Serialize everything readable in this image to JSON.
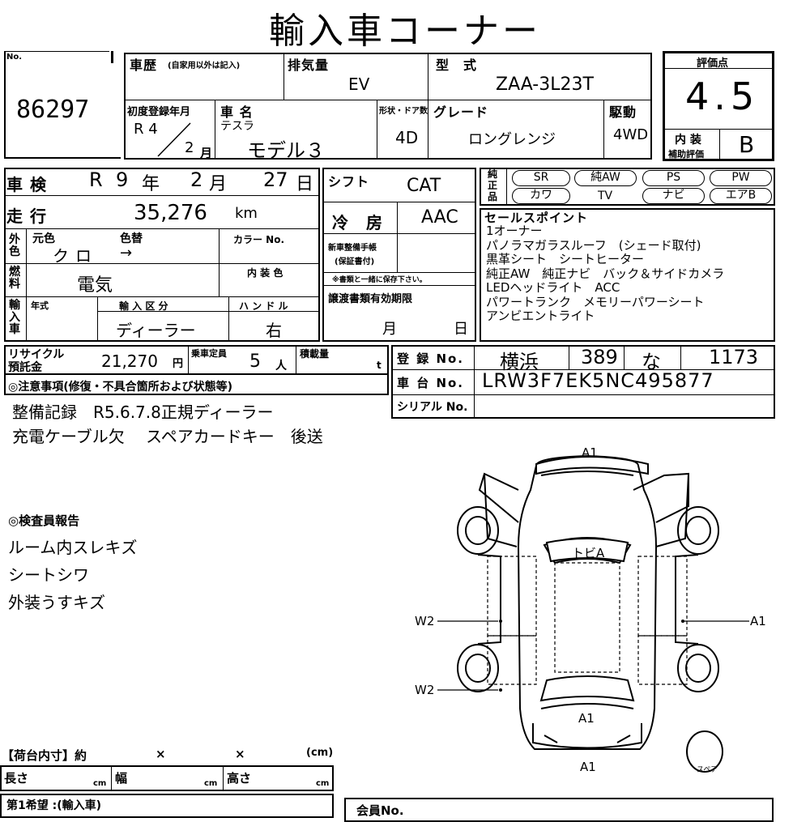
{
  "title": "輸入車コーナー",
  "lot": {
    "no_label": "No.",
    "number": "86297"
  },
  "history": {
    "label": "車歴",
    "sub": "(自家用以外は記入)"
  },
  "displacement": {
    "label": "排気量",
    "value": "EV"
  },
  "model_code": {
    "label": "型　式",
    "value": "ZAA-3L23T"
  },
  "grade_score": {
    "label": "評価点",
    "value": "4.5",
    "interior_label_1": "内 装",
    "interior_label_2": "補助評価",
    "interior_value": "B"
  },
  "first_reg": {
    "label": "初度登録年月",
    "era": "R 4",
    "month": "2",
    "month_unit": "月"
  },
  "car_name": {
    "label": "車 名",
    "maker": "テスラ",
    "model": "モデル３"
  },
  "body": {
    "label": "形状・ドア数",
    "value": "4D"
  },
  "grade": {
    "label": "グレード",
    "value": "ロングレンジ"
  },
  "drive": {
    "label": "駆動",
    "value": "4WD"
  },
  "inspection": {
    "label": "車 検",
    "era": "R",
    "year": "9",
    "year_unit": "年",
    "month": "2",
    "month_unit": "月",
    "day": "27",
    "day_unit": "日"
  },
  "shift": {
    "label": "シフト",
    "value": "CAT"
  },
  "mileage": {
    "label": "走 行",
    "value": "35,276",
    "unit": "km"
  },
  "aircon": {
    "label": "冷　房",
    "value": "AAC"
  },
  "equipment": {
    "label": "純正品",
    "row1": [
      "SR",
      "純AW",
      "PS",
      "PW"
    ],
    "row2": [
      "カワ",
      "TV",
      "ナビ",
      "エアB"
    ]
  },
  "exterior": {
    "side_label": "外色",
    "orig_label": "元色",
    "change_label": "色替",
    "orig_value": "クロ",
    "arrow": "→",
    "color_no_label": "カラー No."
  },
  "interior_color_label": "内 装 色",
  "fuel": {
    "label": "燃料",
    "value": "電気"
  },
  "manual": {
    "label_1": "新車整備手帳",
    "label_2": "(保証書付)",
    "note": "※書類と一緒に保存下さい。"
  },
  "transfer": {
    "label": "譲渡書類有効期限",
    "month_unit": "月",
    "day_unit": "日"
  },
  "import": {
    "side_label": "輸入車",
    "year_label": "年式",
    "type_label": "輸 入 区 分",
    "type_value": "ディーラー",
    "handle_label": "ハ ン ド ル",
    "handle_value": "右"
  },
  "sales_points": {
    "label": "セールスポイント",
    "lines": [
      "1オーナー",
      "パノラマガラスルーフ　(シェード取付)",
      "黒革シート　シートヒーター",
      "純正AW　純正ナビ　バック＆サイドカメラ",
      "LEDヘッドライト　ACC",
      "パワートランク　メモリーパワーシート",
      "アンビエントライト"
    ]
  },
  "recycle": {
    "label_1": "リサイクル",
    "label_2": "預託金",
    "value": "21,270",
    "unit": "円"
  },
  "capacity": {
    "label": "乗車定員",
    "value": "5",
    "unit": "人"
  },
  "load": {
    "label": "積載量",
    "unit": "t"
  },
  "registration": {
    "label": "登 録 No.",
    "place": "横浜",
    "class": "389",
    "kana": "な",
    "number": "1173"
  },
  "chassis": {
    "label": "車 台 No.",
    "value": "LRW3F7EK5NC495877"
  },
  "serial": {
    "label": "シリアル No."
  },
  "notices": {
    "label": "◎注意事項(修復・不具合箇所および状態等)",
    "lines": [
      "整備記録　R5.6.7.8正規ディーラー",
      "充電ケーブル欠　 スペアカードキー　後送"
    ]
  },
  "inspector": {
    "label": "◎検査員報告",
    "lines": [
      "ルーム内スレキズ",
      "シートシワ",
      "外装うすキズ"
    ]
  },
  "diagram": {
    "marks": {
      "front": "A1",
      "roof": "トビA",
      "right_side": "A1",
      "left_side_1": "W2",
      "left_side_2": "W2",
      "trunk": "A1",
      "rear": "A1",
      "spare": "スペア"
    }
  },
  "cargo": {
    "label": "【荷台内寸】約",
    "x1": "×",
    "x2": "×",
    "unit": "(cm)",
    "length_label": "長さ",
    "width_label": "幅",
    "height_label": "高さ",
    "cm": "cm"
  },
  "wish": {
    "label": "第1希望 :(輸入車)"
  },
  "member": {
    "label": "会員No."
  }
}
